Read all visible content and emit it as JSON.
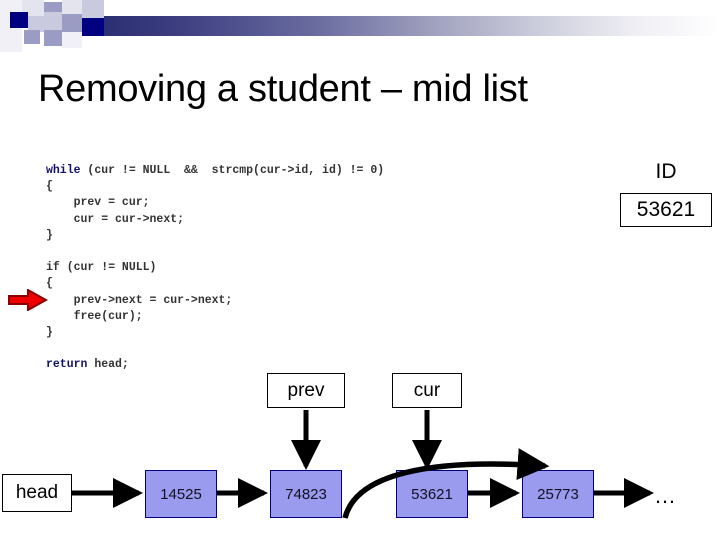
{
  "slide": {
    "title": "Removing a student – mid list"
  },
  "header": {
    "accent_dark": "#000080",
    "gradient_from": "#2c2e73",
    "gradient_to": "#ffffff"
  },
  "code": {
    "language": "c",
    "keyword_color": "#10106e",
    "text_color": "#333333",
    "lines": [
      {
        "keyword": "while",
        "rest": " (cur != NULL  &&  strcmp(cur->id, id) != 0)"
      },
      {
        "keyword": "",
        "rest": "{"
      },
      {
        "keyword": "",
        "rest": "    prev = cur;"
      },
      {
        "keyword": "",
        "rest": "    cur = cur->next;"
      },
      {
        "keyword": "",
        "rest": "}"
      },
      {
        "keyword": "",
        "rest": ""
      },
      {
        "keyword": "",
        "rest": "if (cur != NULL)"
      },
      {
        "keyword": "",
        "rest": "{"
      },
      {
        "keyword": "",
        "rest": "    prev->next = cur->next;"
      },
      {
        "keyword": "",
        "rest": "    free(cur);"
      },
      {
        "keyword": "",
        "rest": "}"
      },
      {
        "keyword": "",
        "rest": ""
      },
      {
        "keyword": "return",
        "rest": " head;"
      }
    ]
  },
  "marker": {
    "icon": "red-right-arrow",
    "fill": "#ee0000",
    "stroke": "#8b0000"
  },
  "id_panel": {
    "label": "ID",
    "value": "53621"
  },
  "pointers": {
    "prev_label": "prev",
    "cur_label": "cur"
  },
  "linked_list": {
    "head_label": "head",
    "node_fill": "#9a9aee",
    "node_border": "#000080",
    "nodes": [
      {
        "value": "14525"
      },
      {
        "value": "74823"
      },
      {
        "value": "53621"
      },
      {
        "value": "25773"
      }
    ],
    "ellipsis": "…"
  }
}
